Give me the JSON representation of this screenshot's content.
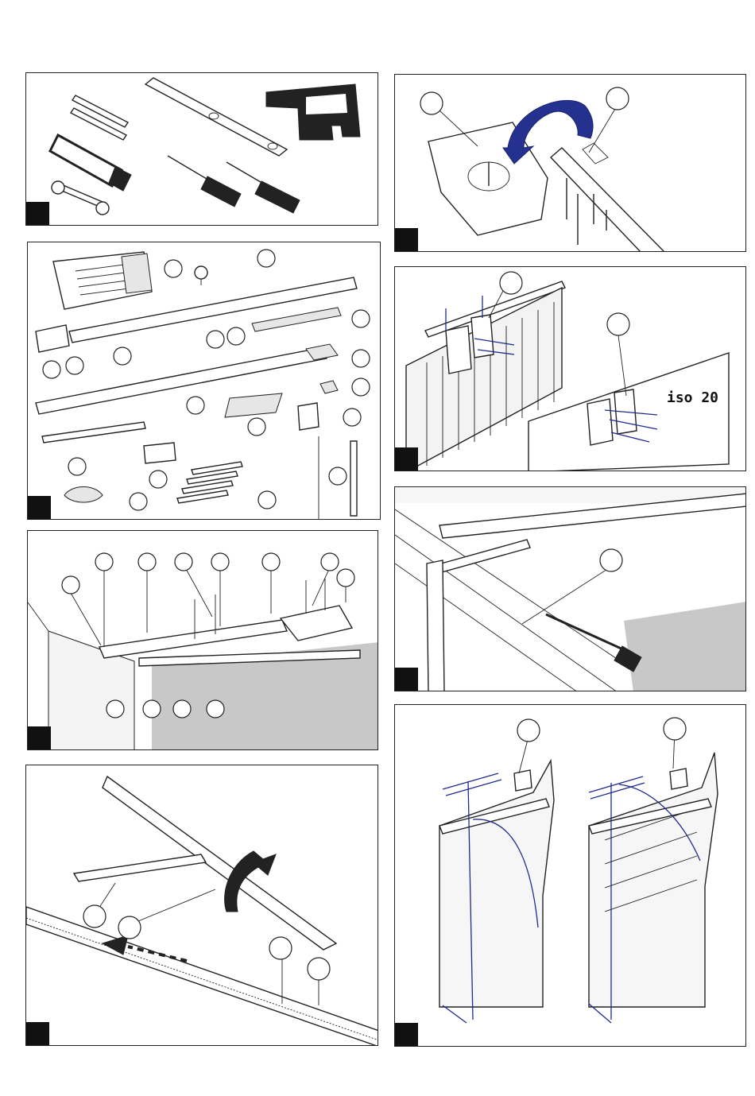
{
  "panels": [
    {
      "id": "tools",
      "label_texts": []
    },
    {
      "id": "mount-motor",
      "label_texts": []
    },
    {
      "id": "components",
      "label_texts": []
    },
    {
      "id": "door-brackets",
      "label_texts": [
        "iso 20"
      ]
    },
    {
      "id": "ceiling-assembly",
      "label_texts": []
    },
    {
      "id": "door-arm",
      "label_texts": []
    },
    {
      "id": "rail-release",
      "label_texts": []
    },
    {
      "id": "measurements",
      "label_texts": []
    }
  ],
  "door_label": "iso 20",
  "colors": {
    "accent": "#24318f",
    "wall_grey": "#c8c8c8",
    "marker": "#111111"
  }
}
